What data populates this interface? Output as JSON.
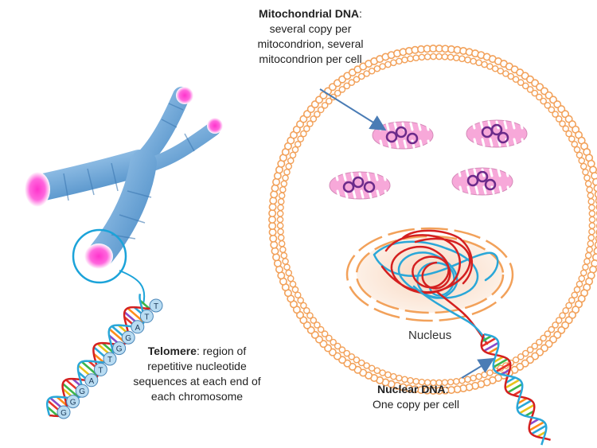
{
  "mitochondrial": {
    "title": "Mitochondrial  DNA",
    "colon": ":",
    "line1": "several copy per",
    "line2": "mitocondrion, several",
    "line3": "mitocondrion per cell"
  },
  "telomere": {
    "title": "Telomere",
    "line1": ":  region of",
    "line2": "repetitive nucleotide",
    "line3": "sequences at each end of",
    "line4": "each chromosome"
  },
  "nuclear": {
    "title": "Nuclear DNA",
    "colon": ":",
    "line1": "One copy per cell"
  },
  "nucleus_label": "Nucleus",
  "telomere_bases": [
    "G",
    "G",
    "G",
    "A",
    "T",
    "T",
    "G",
    "G",
    "A",
    "T",
    "T"
  ],
  "colors": {
    "membrane": "#f2a15a",
    "mito_fill": "#f7a8d9",
    "mito_ring": "#6b2a8a",
    "chromosome": "#6fa8dc",
    "telomere_tip": "#ff33cc",
    "dna_red": "#d42020",
    "dna_blue": "#2aa7d8",
    "arrow": "#4a7cb5"
  }
}
